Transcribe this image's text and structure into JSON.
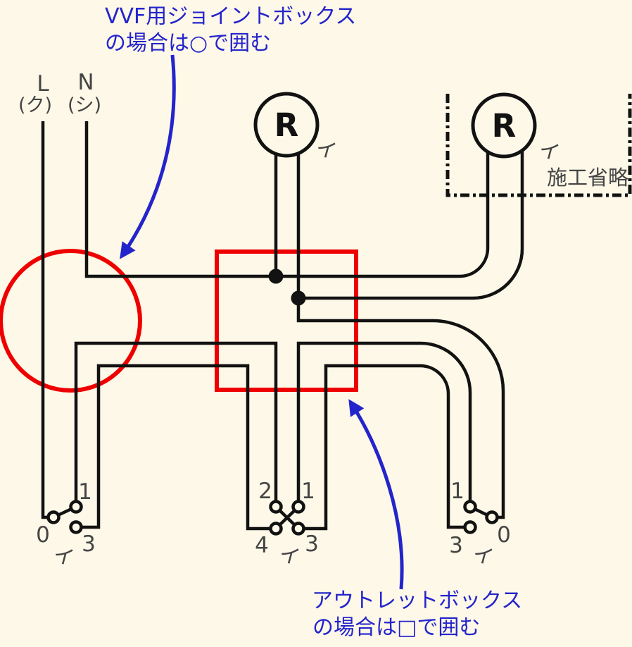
{
  "notes": {
    "joint_box": {
      "line1": "VVF用ジョイントボックス",
      "line2": "の場合は○で囲む"
    },
    "outlet_box": {
      "line1": "アウトレットボックス",
      "line2": "の場合は□で囲む"
    }
  },
  "source": {
    "l": "L",
    "l_wire": "(ク)",
    "n": "N",
    "n_wire": "(シ)"
  },
  "omitted": {
    "label": "施工省略"
  },
  "lamps": {
    "left": {
      "symbol": "R",
      "circuit": "イ"
    },
    "right": {
      "symbol": "R",
      "circuit": "イ"
    }
  },
  "switches": {
    "left": {
      "t1": "1",
      "t0": "0",
      "t3": "3",
      "circuit": "イ"
    },
    "middle": {
      "t2": "2",
      "t1": "1",
      "t4": "4",
      "t3": "3",
      "circuit": "イ"
    },
    "right": {
      "t1": "1",
      "t0": "0",
      "t3": "3",
      "circuit": "イ"
    }
  },
  "colors": {
    "background": "#fdf8e7",
    "wire": "#121212",
    "accent_red": "#ee0000",
    "accent_blue": "#2424cc",
    "label_gray": "#454545"
  }
}
